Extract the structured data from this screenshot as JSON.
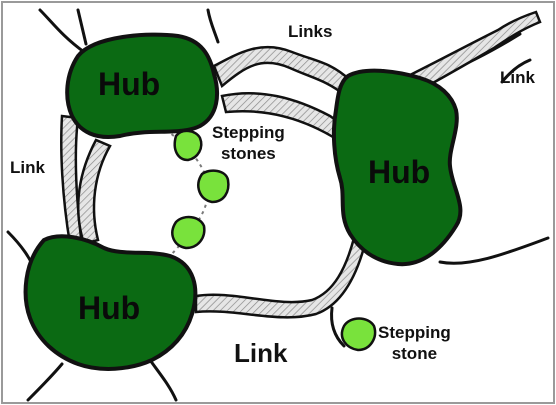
{
  "diagram": {
    "labels": {
      "hub_top_left": "Hub",
      "hub_right": "Hub",
      "hub_bottom_left": "Hub",
      "links_top": "Links",
      "link_top_right": "Link",
      "link_left": "Link",
      "link_bottom": "Link",
      "stepping_stones_line1": "Stepping",
      "stepping_stones_line2": "stones",
      "stepping_stone_line1": "Stepping",
      "stepping_stone_line2": "stone"
    },
    "colors": {
      "hub_fill": "#0b6a13",
      "stone_fill": "#79e23c",
      "outline": "#111111",
      "corridor_fill": "#dcdcdc",
      "frame": "#9a9a9a"
    }
  }
}
